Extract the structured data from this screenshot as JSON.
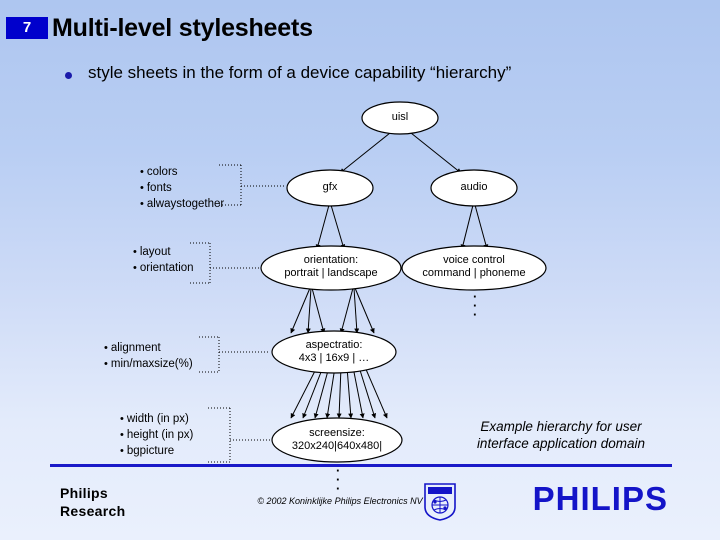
{
  "slide": {
    "number": "7",
    "title": "Multi-level stylesheets",
    "bullet": "style sheets in the form of a device capability “hierarchy”",
    "accent_color": "#0000cc",
    "brand_color": "#1414c8",
    "background_top": "#aec6f0",
    "background_bottom": "#eaf0fd"
  },
  "diagram": {
    "nodes": [
      {
        "id": "uisl",
        "label_line1": "uisl",
        "label_line2": ""
      },
      {
        "id": "gfx",
        "label_line1": "gfx",
        "label_line2": ""
      },
      {
        "id": "audio",
        "label_line1": "audio",
        "label_line2": ""
      },
      {
        "id": "orientation",
        "label_line1": "orientation:",
        "label_line2": "portrait | landscape"
      },
      {
        "id": "voice",
        "label_line1": "voice control",
        "label_line2": "command | phoneme"
      },
      {
        "id": "aspectratio",
        "label_line1": "aspectratio:",
        "label_line2": "4x3 | 16x9 | …"
      },
      {
        "id": "screensize",
        "label_line1": "screensize:",
        "label_line2": "320x240|640x480|"
      }
    ],
    "annotations": [
      {
        "id": "gfx-props",
        "lines": [
          "colors",
          "fonts",
          "alwaystogether"
        ]
      },
      {
        "id": "orientation-props",
        "lines": [
          "layout",
          "orientation"
        ]
      },
      {
        "id": "aspectratio-props",
        "lines": [
          "alignment",
          "min/maxsize(%)"
        ]
      },
      {
        "id": "screensize-props",
        "lines": [
          "width (in px)",
          "height (in px)",
          "bgpicture"
        ]
      }
    ],
    "ellipsis_marks": [
      "·",
      "·",
      "·"
    ],
    "caption_line1": "Example hierarchy for user",
    "caption_line2": "interface application domain"
  },
  "footer": {
    "brand_line1": "Philips",
    "brand_line2": "Research",
    "copyright": "© 2002 Koninklijke Philips Electronics NV",
    "wordmark": "PHILIPS"
  }
}
